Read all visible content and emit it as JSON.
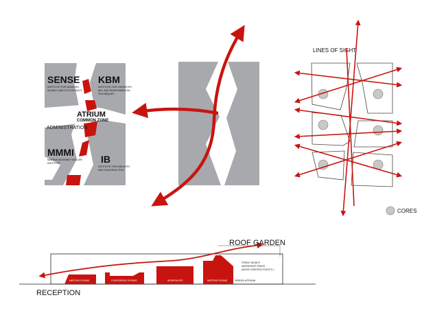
{
  "plan": {
    "sense_title": "SENSE",
    "sense_sub_1": "INSTITUTE FOR SENSORS,",
    "sense_sub_2": "SIGNALS AND ELECTRONICS",
    "kbm_title": "KBM",
    "kbm_sub_1": "INSTITUTE FOR CHEMISTRY,",
    "kbm_sub_2": "BIO- AND ENVIRONMENTAL",
    "kbm_sub_3": "TECHNIQUES",
    "atrium_title": "ATRIUM",
    "atrium_sub": "COMMON ZONE",
    "admin": "ADMINISTRATION",
    "mmmi_title": "MMMI",
    "mmmi_sub_1": "MAERSK MCKINNEY MOLLER",
    "mmmi_sub_2": "INSTITUTE",
    "ib_title": "IB",
    "ib_sub_1": "INSTITUTE FOR INDUSTRY",
    "ib_sub_2": "AND CONSTRUCTION"
  },
  "sight": {
    "title": "LINES OF SIGHT",
    "legend": "CORES"
  },
  "section": {
    "roof": "ROOF GARDEN",
    "reception": "RECEPTION",
    "workshop_1": "TRIPLE HEIGHT",
    "workshop_2": "WORKSHOP SPACE",
    "workshop_3": "(WOOD CONSTRUCTION ETC.)",
    "room_1": "MEETING ROOMS",
    "room_2": "CONFERENCE ROOMS",
    "room_3": "WORKSHOPS",
    "room_4": "MEETING ROOMS",
    "green": "GREEN ATRIUM"
  },
  "colors": {
    "red": "#c8140f",
    "grey": "#a7a9ac",
    "outline": "#444444"
  }
}
